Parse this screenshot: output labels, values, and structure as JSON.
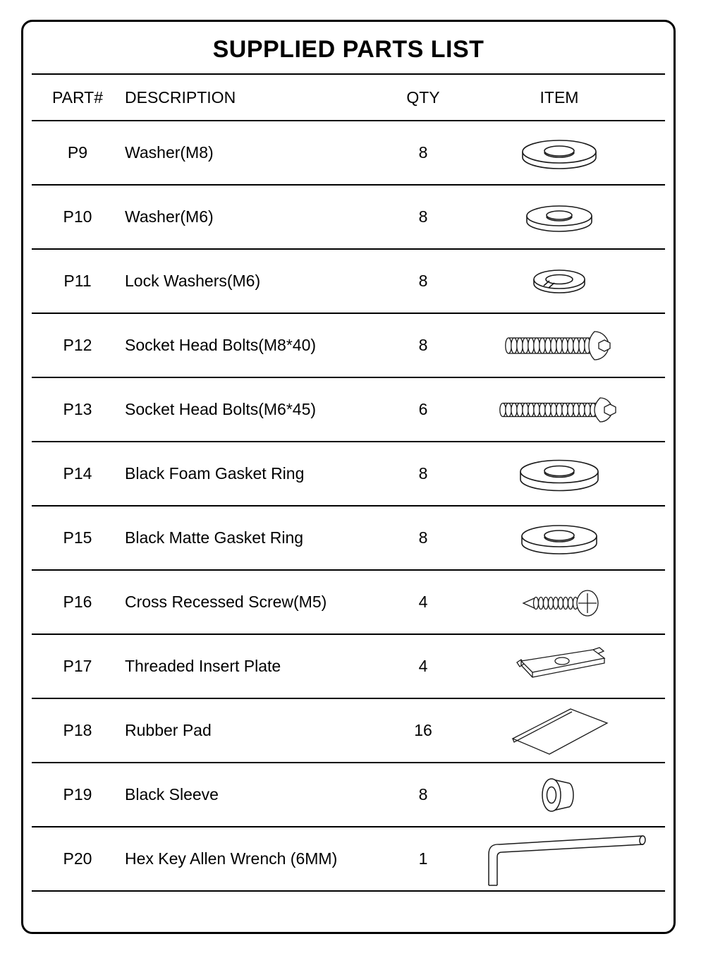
{
  "page": {
    "title": "SUPPLIED PARTS LIST",
    "ink_color": "#000000",
    "paper_color": "#ffffff"
  },
  "table": {
    "headers": {
      "part": "PART#",
      "description": "DESCRIPTION",
      "qty": "QTY",
      "item": "ITEM"
    },
    "rows": [
      {
        "part": "P9",
        "description": "Washer(M8)",
        "qty": "8",
        "icon": "washer-m8-icon"
      },
      {
        "part": "P10",
        "description": "Washer(M6)",
        "qty": "8",
        "icon": "washer-m6-icon"
      },
      {
        "part": "P11",
        "description": "Lock Washers(M6)",
        "qty": "8",
        "icon": "lock-washer-icon"
      },
      {
        "part": "P12",
        "description": "Socket Head Bolts(M8*40)",
        "qty": "8",
        "icon": "socket-bolt-m8-icon"
      },
      {
        "part": "P13",
        "description": "Socket Head Bolts(M6*45)",
        "qty": "6",
        "icon": "socket-bolt-m6-icon"
      },
      {
        "part": "P14",
        "description": "Black Foam Gasket Ring",
        "qty": "8",
        "icon": "gasket-ring-foam-icon"
      },
      {
        "part": "P15",
        "description": "Black Matte Gasket Ring",
        "qty": "8",
        "icon": "gasket-ring-matte-icon"
      },
      {
        "part": "P16",
        "description": "Cross Recessed Screw(M5)",
        "qty": "4",
        "icon": "cross-screw-icon"
      },
      {
        "part": "P17",
        "description": "Threaded Insert Plate",
        "qty": "4",
        "icon": "insert-plate-icon"
      },
      {
        "part": "P18",
        "description": "Rubber Pad",
        "qty": "16",
        "icon": "rubber-pad-icon"
      },
      {
        "part": "P19",
        "description": "Black Sleeve",
        "qty": "8",
        "icon": "sleeve-icon"
      },
      {
        "part": "P20",
        "description": "Hex Key Allen Wrench (6MM)",
        "qty": "1",
        "icon": "allen-wrench-icon"
      }
    ]
  }
}
